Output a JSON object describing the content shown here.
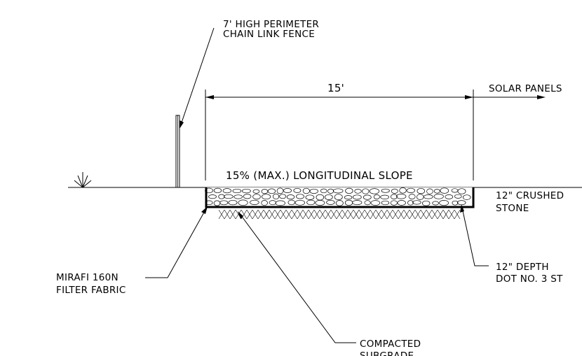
{
  "labels": {
    "fence_line1": "7' HIGH PERIMETER",
    "fence_line2": "CHAIN LINK FENCE",
    "dimension": "15'",
    "solar_panels": "SOLAR PANELS",
    "slope": "15% (MAX.) LONGITUDINAL SLOPE",
    "crushed_line1": "12\" CRUSHED",
    "crushed_line2": "STONE",
    "depth_line1": "12\" DEPTH",
    "depth_line2": "DOT NO. 3 ST",
    "mirafi_line1": "MIRAFI 160N",
    "mirafi_line2": "FILTER FABRIC",
    "compacted_line1": "COMPACTED",
    "compacted_line2": "SUBGRADE"
  }
}
